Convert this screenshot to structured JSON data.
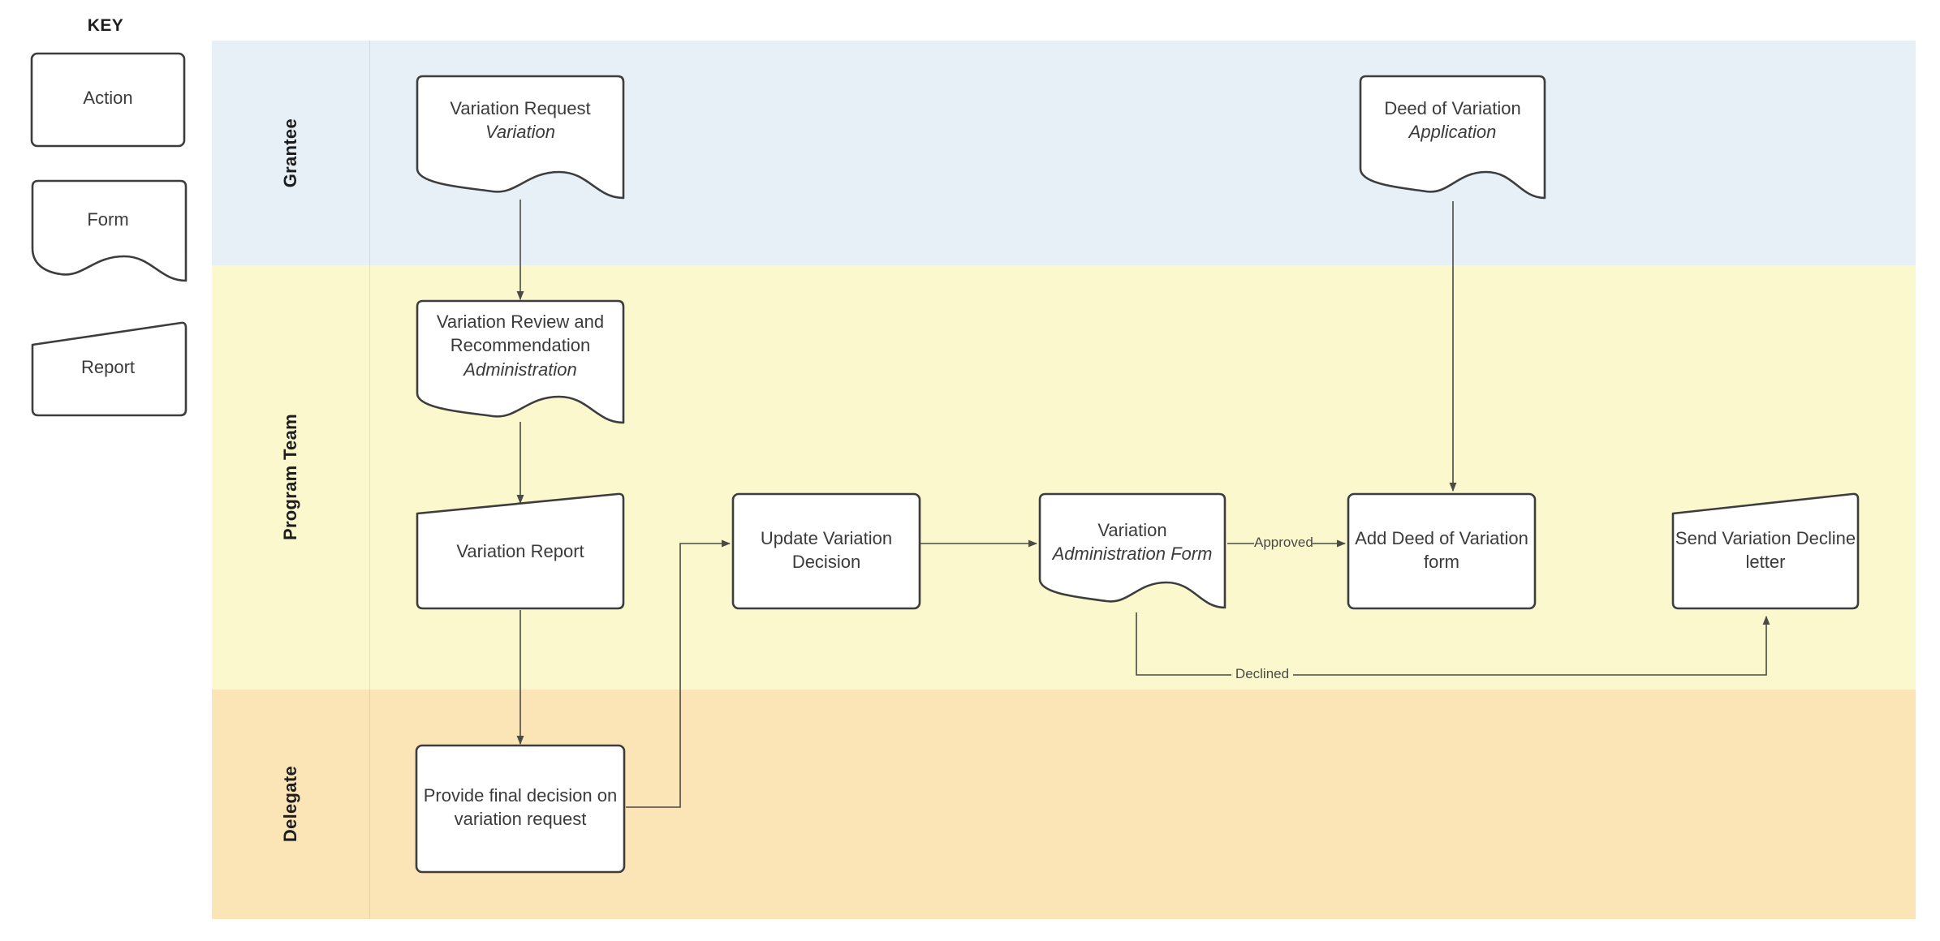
{
  "key": {
    "title": "KEY",
    "items": [
      {
        "label": "Action",
        "shape": "rounded-rect"
      },
      {
        "label": "Form",
        "shape": "wavy-bottom"
      },
      {
        "label": "Report",
        "shape": "slanted-top"
      }
    ]
  },
  "lanes": [
    {
      "label": "Grantee",
      "color": "#e7f0f7"
    },
    {
      "label": "Program Team",
      "color": "#fbf8ce"
    },
    {
      "label": "Delegate",
      "color": "#fbe5b6"
    }
  ],
  "nodes": [
    {
      "id": "variation-request",
      "title": "Variation Request",
      "subtitle": "Variation",
      "shape": "wavy-bottom",
      "lane": "Grantee"
    },
    {
      "id": "deed-of-variation",
      "title": "Deed of Variation",
      "subtitle": "Application",
      "shape": "wavy-bottom",
      "lane": "Grantee"
    },
    {
      "id": "variation-review",
      "title": "Variation Review and Recommendation",
      "subtitle": "Administration",
      "shape": "wavy-bottom",
      "lane": "Program Team"
    },
    {
      "id": "variation-report",
      "title": "Variation Report",
      "subtitle": "",
      "shape": "slanted-top",
      "lane": "Program Team"
    },
    {
      "id": "update-variation",
      "title": "Update Variation Decision",
      "subtitle": "",
      "shape": "rounded-rect",
      "lane": "Program Team"
    },
    {
      "id": "variation-admin-form",
      "title": "Variation",
      "subtitle": "Administration Form",
      "shape": "wavy-bottom",
      "lane": "Program Team"
    },
    {
      "id": "add-deed-form",
      "title": "Add Deed of Variation form",
      "subtitle": "",
      "shape": "rounded-rect",
      "lane": "Program Team"
    },
    {
      "id": "send-decline-letter",
      "title": "Send Variation Decline letter",
      "subtitle": "",
      "shape": "slanted-top",
      "lane": "Program Team"
    },
    {
      "id": "provide-final-decision",
      "title": "Provide final decision on variation request",
      "subtitle": "",
      "shape": "rounded-rect",
      "lane": "Delegate"
    }
  ],
  "edge_labels": {
    "approved": "Approved",
    "declined": "Declined"
  },
  "colors": {
    "lane_grantee": "#e7f0f7",
    "lane_program": "#fbf8ce",
    "lane_delegate": "#fbe5b6",
    "node_stroke": "#3d3d3d",
    "node_fill": "#ffffff",
    "edge_stroke": "#4a4a46",
    "text": "#3b3b3b"
  }
}
